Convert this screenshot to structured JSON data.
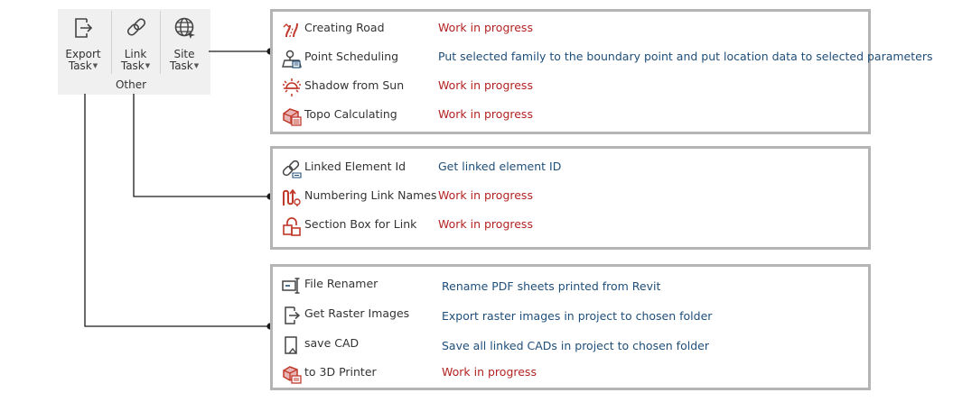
{
  "colors": {
    "work_in_progress": "#b22222",
    "description": "#1f4e79",
    "icon_red": "#c0392b",
    "icon_gray": "#555555",
    "panel_border": "#b4b4b4",
    "connector": "#1a1a1a"
  },
  "ribbon": {
    "group_label": "Other",
    "buttons": [
      {
        "line1": "Export",
        "line2": "Task",
        "icon": "export-icon"
      },
      {
        "line1": "Link",
        "line2": "Task",
        "icon": "link-icon"
      },
      {
        "line1": "Site",
        "line2": "Task",
        "icon": "globe-icon"
      }
    ]
  },
  "panels": [
    {
      "rows": [
        {
          "name": "Creating Road",
          "desc": "Work in progress",
          "icon": "road-icon"
        },
        {
          "name": "Point Scheduling",
          "desc": "Put selected family to the boundary point and put location data to selected parameters",
          "icon": "point-scheduling-icon"
        },
        {
          "name": "Shadow from Sun",
          "desc": "Work in progress",
          "icon": "sun-icon"
        },
        {
          "name": "Topo Calculating",
          "desc": "Work in progress",
          "icon": "topo-icon"
        }
      ]
    },
    {
      "rows": [
        {
          "name": "Linked Element Id",
          "desc": "Get linked element ID",
          "icon": "linked-element-icon"
        },
        {
          "name": "Numbering Link Names",
          "desc": "Work in progress",
          "icon": "numbering-icon"
        },
        {
          "name": "Section Box for Link",
          "desc": "Work in progress",
          "icon": "section-box-icon"
        }
      ]
    },
    {
      "rows": [
        {
          "name": "File Renamer",
          "desc": "Rename PDF sheets printed from Revit",
          "icon": "file-renamer-icon"
        },
        {
          "name": "Get Raster Images",
          "desc": "Export raster images in project to chosen folder",
          "icon": "raster-export-icon"
        },
        {
          "name": "save CAD",
          "desc": "Save all linked CADs in project to chosen folder",
          "icon": "save-cad-icon"
        },
        {
          "name": "to 3D Printer",
          "desc": "Work in progress",
          "icon": "printer-3d-icon"
        }
      ]
    }
  ]
}
